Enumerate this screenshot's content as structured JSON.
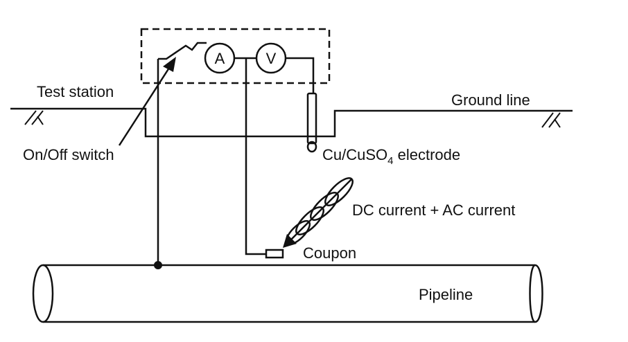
{
  "colors": {
    "ink": "#111111",
    "background": "#ffffff"
  },
  "icons": {
    "ground": "ground-hatch-icon",
    "current_arrow": "arrow-icon",
    "junction": "junction-dot-icon"
  },
  "labels": {
    "test_station": "Test station",
    "ground_line": "Ground line",
    "switch": "On/Off switch",
    "electrode_main": "Cu/CuSO",
    "electrode_sub": "4",
    "electrode_rest": " electrode",
    "current": "DC current + AC current",
    "coupon": "Coupon",
    "pipeline": "Pipeline"
  },
  "meters": {
    "ammeter": "A",
    "voltmeter": "V"
  }
}
